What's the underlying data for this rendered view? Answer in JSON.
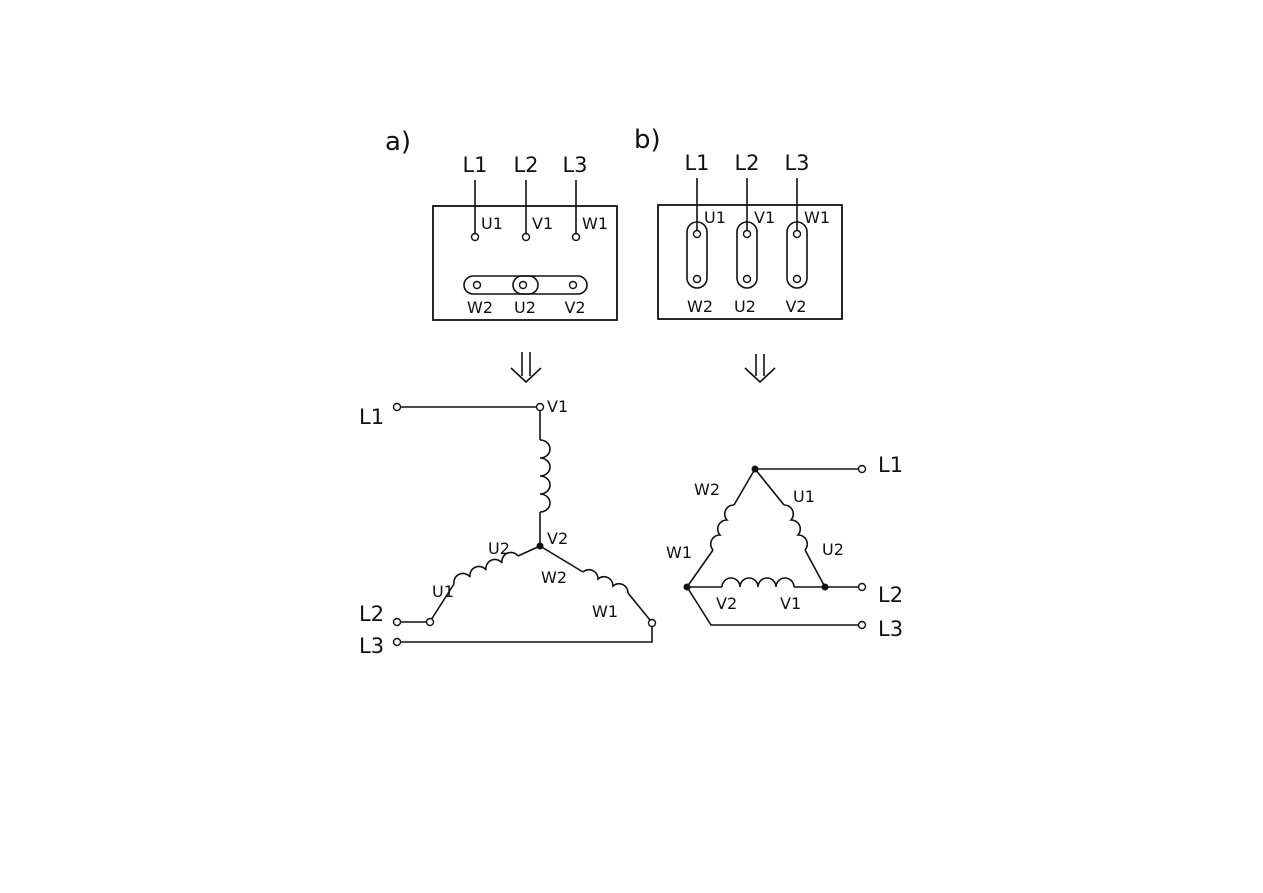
{
  "panel_a": {
    "label": "a)",
    "supply": [
      "L1",
      "L2",
      "L3"
    ],
    "box_top_terminals": [
      "U1",
      "V1",
      "W1"
    ],
    "box_bottom_terminals": [
      "W2",
      "U2",
      "V2"
    ],
    "schematic": {
      "lines": [
        "L1",
        "L2",
        "L3"
      ],
      "winding_labels": [
        "V1",
        "V2",
        "U2",
        "U1",
        "W2",
        "W1"
      ]
    }
  },
  "panel_b": {
    "label": "b)",
    "supply": [
      "L1",
      "L2",
      "L3"
    ],
    "box_top_terminals": [
      "U1",
      "V1",
      "W1"
    ],
    "box_bottom_terminals": [
      "W2",
      "U2",
      "V2"
    ],
    "schematic": {
      "lines": [
        "L1",
        "L2",
        "L3"
      ],
      "winding_labels": [
        "W2",
        "U1",
        "W1",
        "U2",
        "V2",
        "V1"
      ]
    }
  }
}
